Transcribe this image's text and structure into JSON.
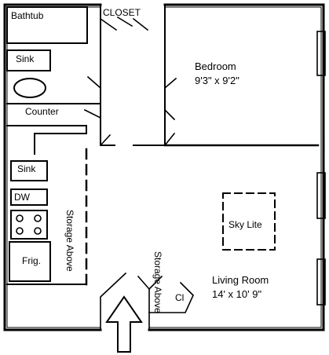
{
  "labels": {
    "bathtub": "Bathtub",
    "closet": "CLOSET",
    "bath_sink": "Sink",
    "counter": "Counter",
    "kitchen_sink": "Sink",
    "dw": "DW",
    "frig": "Frig.",
    "storage_above_left": "Storage Above",
    "storage_above_right": "Storage Above",
    "cl": "Cl",
    "bedroom": "Bedroom",
    "bedroom_dims": "9'3\" x 9'2\"",
    "sky_lite": "Sky Lite",
    "living_room": "Living Room",
    "living_room_dims": "14' x 10' 9\""
  },
  "colors": {
    "ink": "#000000",
    "paper": "#ffffff"
  }
}
